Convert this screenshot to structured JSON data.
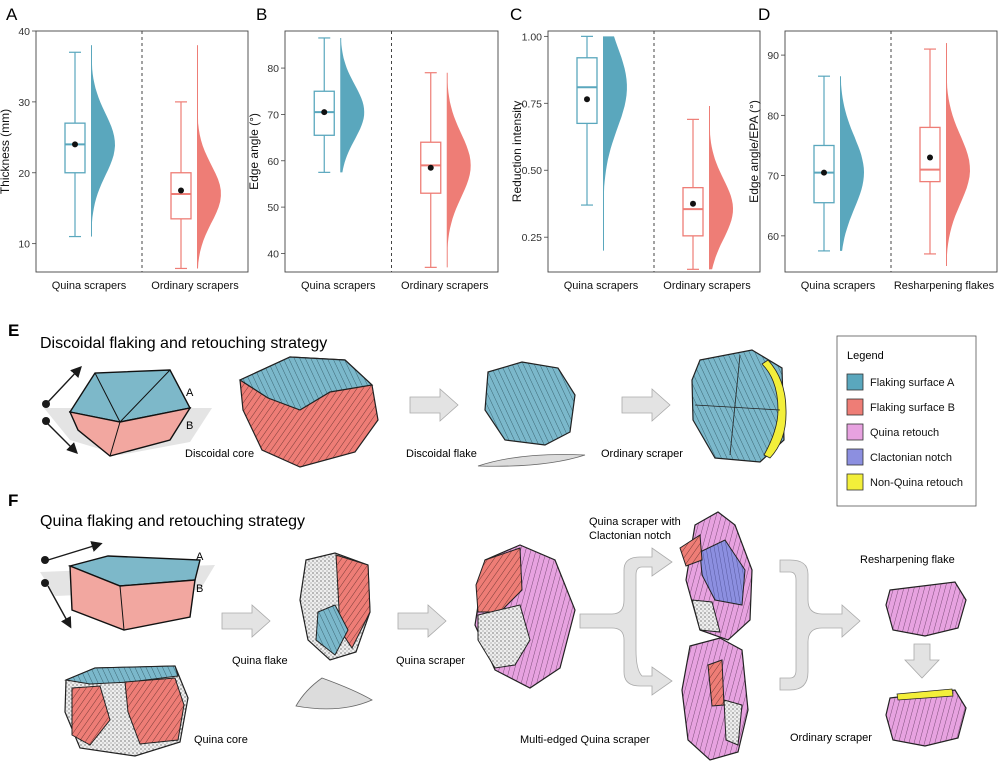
{
  "colors": {
    "blue": "#5aa7bd",
    "blue_light": "#8fc6d6",
    "red": "#ee7d76",
    "red_light": "#f3a9a1",
    "pink": "#e7a2e0",
    "purple": "#8c8fe0",
    "yellow": "#f3ef3a",
    "gray": "#d7d7d7",
    "dark": "#1a1a1a"
  },
  "chart_data": [
    {
      "panel": "A",
      "type": "box",
      "ylabel": "Thickness (mm)",
      "ylim": [
        6,
        40
      ],
      "yticks": [
        10,
        20,
        30,
        40
      ],
      "categories": [
        "Quina scrapers",
        "Ordinary scrapers"
      ],
      "series": [
        {
          "min": 11,
          "q1": 20,
          "median": 24,
          "q3": 27,
          "max": 37,
          "mean": 24,
          "density_min": 11,
          "density_max": 38
        },
        {
          "min": 6.5,
          "q1": 13.5,
          "median": 17,
          "q3": 20,
          "max": 30,
          "mean": 17.5,
          "density_min": 6.5,
          "density_max": 38
        }
      ]
    },
    {
      "panel": "B",
      "type": "box",
      "ylabel": "Edge angle (°)",
      "ylim": [
        36,
        88
      ],
      "yticks": [
        40,
        50,
        60,
        70,
        80
      ],
      "categories": [
        "Quina scrapers",
        "Ordinary scrapers"
      ],
      "series": [
        {
          "min": 57.5,
          "q1": 65.5,
          "median": 70.5,
          "q3": 75,
          "max": 86.5,
          "mean": 70.5,
          "density_min": 57.5,
          "density_max": 86.5
        },
        {
          "min": 37,
          "q1": 53,
          "median": 59,
          "q3": 64,
          "max": 79,
          "mean": 58.5,
          "density_min": 37,
          "density_max": 79
        }
      ]
    },
    {
      "panel": "C",
      "type": "box",
      "ylabel": "Reduction intensity",
      "ylim": [
        0.12,
        1.02
      ],
      "yticks": [
        0.25,
        0.5,
        0.75,
        1.0
      ],
      "yticklabels": [
        "0.25",
        "0.50",
        "0.75",
        "1.00"
      ],
      "categories": [
        "Quina scrapers",
        "Ordinary scrapers"
      ],
      "series": [
        {
          "min": 0.37,
          "q1": 0.675,
          "median": 0.81,
          "q3": 0.92,
          "max": 1.0,
          "mean": 0.765,
          "density_min": 0.2,
          "density_max": 1.0
        },
        {
          "min": 0.13,
          "q1": 0.255,
          "median": 0.355,
          "q3": 0.435,
          "max": 0.69,
          "mean": 0.375,
          "density_min": 0.13,
          "density_max": 0.74
        }
      ]
    },
    {
      "panel": "D",
      "type": "box",
      "ylabel": "Edge angle/EPA (°)",
      "ylim": [
        54,
        94
      ],
      "yticks": [
        60,
        70,
        80,
        90
      ],
      "categories": [
        "Quina scrapers",
        "Resharpening flakes"
      ],
      "series": [
        {
          "min": 57.5,
          "q1": 65.5,
          "median": 70.5,
          "q3": 75,
          "max": 86.5,
          "mean": 70.5,
          "density_min": 57.5,
          "density_max": 86.5
        },
        {
          "min": 57,
          "q1": 69,
          "median": 71,
          "q3": 78,
          "max": 91,
          "mean": 73,
          "density_min": 55,
          "density_max": 92
        }
      ]
    }
  ],
  "section_e": {
    "letter": "E",
    "title": "Discoidal flaking and retouching strategy",
    "label_a": "A",
    "label_b": "B",
    "core": "Discoidal core",
    "flake": "Discoidal flake",
    "scraper": "Ordinary scraper"
  },
  "section_f": {
    "letter": "F",
    "title": "Quina flaking and retouching strategy",
    "label_a": "A",
    "label_b": "B",
    "flake": "Quina flake",
    "core": "Quina core",
    "scraper": "Quina scraper",
    "notch_scraper_line1": "Quina scraper with",
    "notch_scraper_line2": "Clactonian notch",
    "multi_scraper": "Multi-edged Quina scraper",
    "resharpening": "Resharpening flake",
    "ordinary": "Ordinary scraper"
  },
  "legend": {
    "title": "Legend",
    "items": [
      {
        "label": "Flaking surface A",
        "color": "#5aa7bd"
      },
      {
        "label": "Flaking surface B",
        "color": "#ee7d76"
      },
      {
        "label": "Quina retouch",
        "color": "#e7a2e0"
      },
      {
        "label": "Clactonian notch",
        "color": "#8c8fe0"
      },
      {
        "label": "Non-Quina retouch",
        "color": "#f3ef3a"
      }
    ]
  }
}
